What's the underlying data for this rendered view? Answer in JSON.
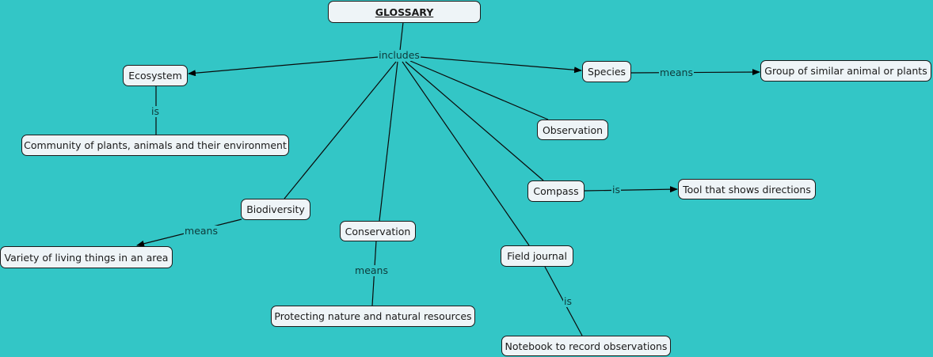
{
  "map": {
    "root": "GLOSSARY",
    "root_link": "includes",
    "concepts": {
      "ecosystem": "Ecosystem",
      "ecosystem_def": "Community of plants, animals and their environment",
      "species": "Species",
      "species_def": "Group of similar animal or plants",
      "observation": "Observation",
      "compass": "Compass",
      "compass_def": "Tool that shows directions",
      "biodiversity": "Biodiversity",
      "biodiversity_def": "Variety of living things in an area",
      "conservation": "Conservation",
      "conservation_def": "Protecting nature and natural resources",
      "field_journal": "Field journal",
      "field_journal_def": "Notebook to record observations"
    },
    "link_labels": {
      "ecosystem_is": "is",
      "species_means": "means",
      "compass_is": "is",
      "biodiversity_means": "means",
      "conservation_means": "means",
      "field_journal_is": "is"
    }
  }
}
